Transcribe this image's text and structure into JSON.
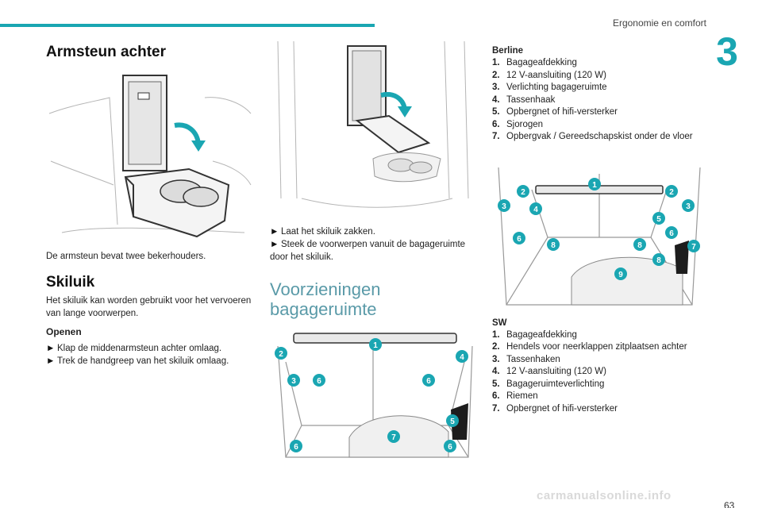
{
  "header": {
    "chapter_title": "Ergonomie en comfort",
    "chapter_number": "3",
    "accent_color": "#1aa6b2"
  },
  "left": {
    "title": "Armsteun achter",
    "caption": "De armsteun bevat twee bekerhouders.",
    "ski_title": "Skiluik",
    "ski_intro": "Het skiluik kan worden gebruikt voor het vervoeren van lange voorwerpen.",
    "open_head": "Openen",
    "steps": [
      "Klap de middenarmsteun achter omlaag.",
      "Trek de handgreep van het skiluik omlaag."
    ]
  },
  "middle": {
    "steps": [
      "Laat het skiluik zakken.",
      "Steek de voorwerpen vanuit de bagageruimte door het skiluik."
    ],
    "section_title_line1": "Voorzieningen",
    "section_title_line2": "bagageruimte",
    "callouts": [
      "1",
      "2",
      "3",
      "4",
      "6",
      "6",
      "5",
      "7",
      "6",
      "6"
    ]
  },
  "right": {
    "berline_title": "Berline",
    "berline_items": [
      {
        "n": "1.",
        "t": "Bagageafdekking"
      },
      {
        "n": "2.",
        "t": "12 V-aansluiting (120 W)"
      },
      {
        "n": "3.",
        "t": "Verlichting bagageruimte"
      },
      {
        "n": "4.",
        "t": "Tassenhaak"
      },
      {
        "n": "5.",
        "t": "Opbergnet of hifi-versterker"
      },
      {
        "n": "6.",
        "t": "Sjorogen"
      },
      {
        "n": "7.",
        "t": "Opbergvak / Gereedschapskist onder de vloer"
      }
    ],
    "sw_title": "SW",
    "sw_items": [
      {
        "n": "1.",
        "t": "Bagageafdekking"
      },
      {
        "n": "2.",
        "t": "Hendels voor neerklappen zitplaatsen achter"
      },
      {
        "n": "3.",
        "t": "Tassenhaken"
      },
      {
        "n": "4.",
        "t": "12 V-aansluiting (120 W)"
      },
      {
        "n": "5.",
        "t": "Bagageruimteverlichting"
      },
      {
        "n": "6.",
        "t": "Riemen"
      },
      {
        "n": "7.",
        "t": "Opbergnet of hifi-versterker"
      }
    ],
    "callouts": [
      "1",
      "2",
      "2",
      "3",
      "4",
      "3",
      "5",
      "6",
      "6",
      "8",
      "8",
      "7",
      "8",
      "9"
    ]
  },
  "footer": {
    "page_number": "63",
    "watermark": "carmanualsonline.info"
  }
}
